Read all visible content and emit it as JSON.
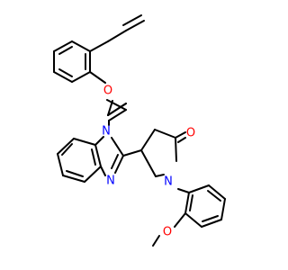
{
  "diagram": {
    "type": "chemical-structure",
    "colors": {
      "bond": "#000000",
      "oxygen": "#ff0000",
      "nitrogen": "#0000ff",
      "background": "#ffffff"
    },
    "atom_labels": {
      "ether_o": "O",
      "n1": "N",
      "n3": "N",
      "carbonyl_o": "O",
      "lactam_n": "N",
      "methoxy_o": "O"
    }
  }
}
